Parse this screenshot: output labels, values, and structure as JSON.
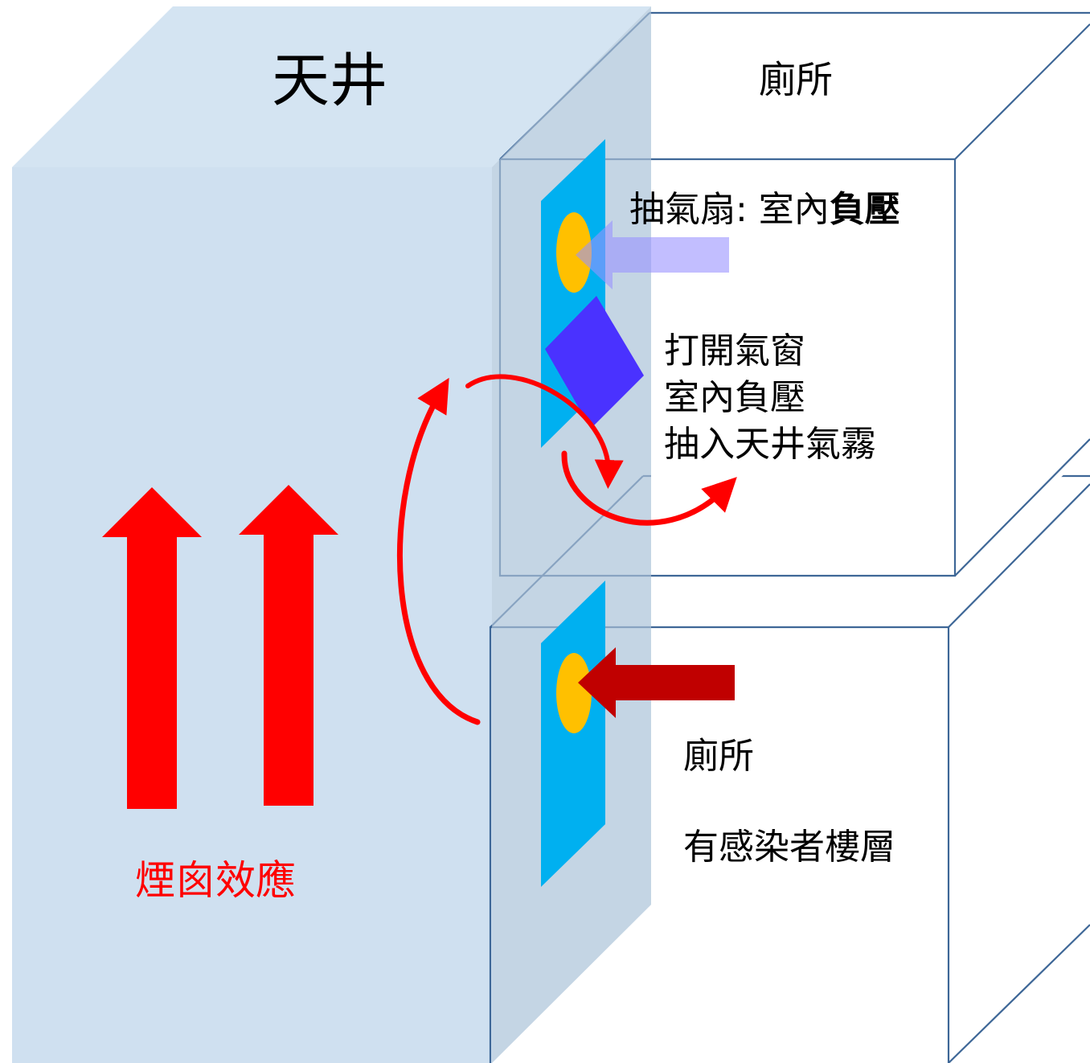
{
  "labels": {
    "lightwell": "天井",
    "upper_toilet": "廁所",
    "exhaust_fan_prefix": "抽氣扇: 室內",
    "exhaust_fan_bold": "負壓",
    "window_line1": "打開氣窗",
    "window_line2": "室內負壓",
    "window_line3": "抽入天井氣霧",
    "lower_toilet": "廁所",
    "infected_floor": "有感染者樓層",
    "chimney_effect": "煙囪效應"
  },
  "colors": {
    "lightwell_top": "#d4e4f2",
    "lightwell_front": "#cfe0f0",
    "lightwell_side": "#c4d6e4",
    "box_edge": "#3e6797",
    "vent_panel": "#00b0f0",
    "fan": "#ffc000",
    "window": "#4a32ff",
    "upper_arrow": "#b4b0ff",
    "lower_arrow": "#c00000",
    "chimney_arrows": "#ff0000",
    "chimney_text": "#ff0000"
  }
}
